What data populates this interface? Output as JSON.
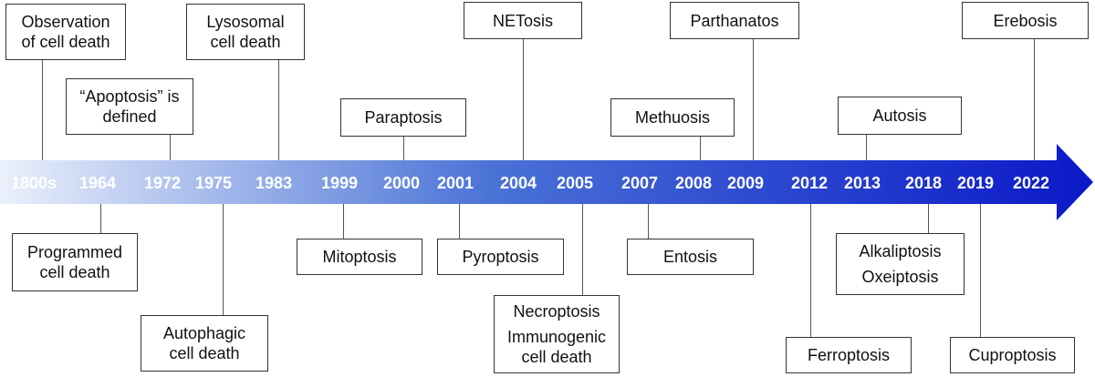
{
  "timeline": {
    "years": [
      "1800s",
      "1964",
      "1972",
      "1975",
      "1983",
      "1999",
      "2000",
      "2001",
      "2004",
      "2005",
      "2007",
      "2008",
      "2009",
      "2012",
      "2013",
      "2018",
      "2019",
      "2022"
    ],
    "colors": {
      "start": "#eaf0fb",
      "mid": "#4a72d6",
      "end": "#0a18c8",
      "text": "#ffffff"
    }
  },
  "events": {
    "observation": [
      "Observation",
      "of cell death"
    ],
    "programmed": [
      "Programmed",
      "cell death"
    ],
    "apoptosis": [
      "“Apoptosis” is",
      "defined"
    ],
    "autophagic": [
      "Autophagic",
      "cell death"
    ],
    "lysosomal": [
      "Lysosomal",
      "cell death"
    ],
    "mitoptosis": [
      "Mitoptosis"
    ],
    "paraptosis": [
      "Paraptosis"
    ],
    "pyroptosis": [
      "Pyroptosis"
    ],
    "netosis": [
      "NETosis"
    ],
    "necroptosis": [
      "Necroptosis"
    ],
    "immunogenic": [
      "Immunogenic",
      "cell death"
    ],
    "methuosis": [
      "Methuosis"
    ],
    "entosis": [
      "Entosis"
    ],
    "parthanatos": [
      "Parthanatos"
    ],
    "ferroptosis": [
      "Ferroptosis"
    ],
    "autosis": [
      "Autosis"
    ],
    "alkaliptosis": [
      "Alkaliptosis"
    ],
    "oxeiptosis": [
      "Oxeiptosis"
    ],
    "cuproptosis": [
      "Cuproptosis"
    ],
    "erebosis": [
      "Erebosis"
    ]
  }
}
